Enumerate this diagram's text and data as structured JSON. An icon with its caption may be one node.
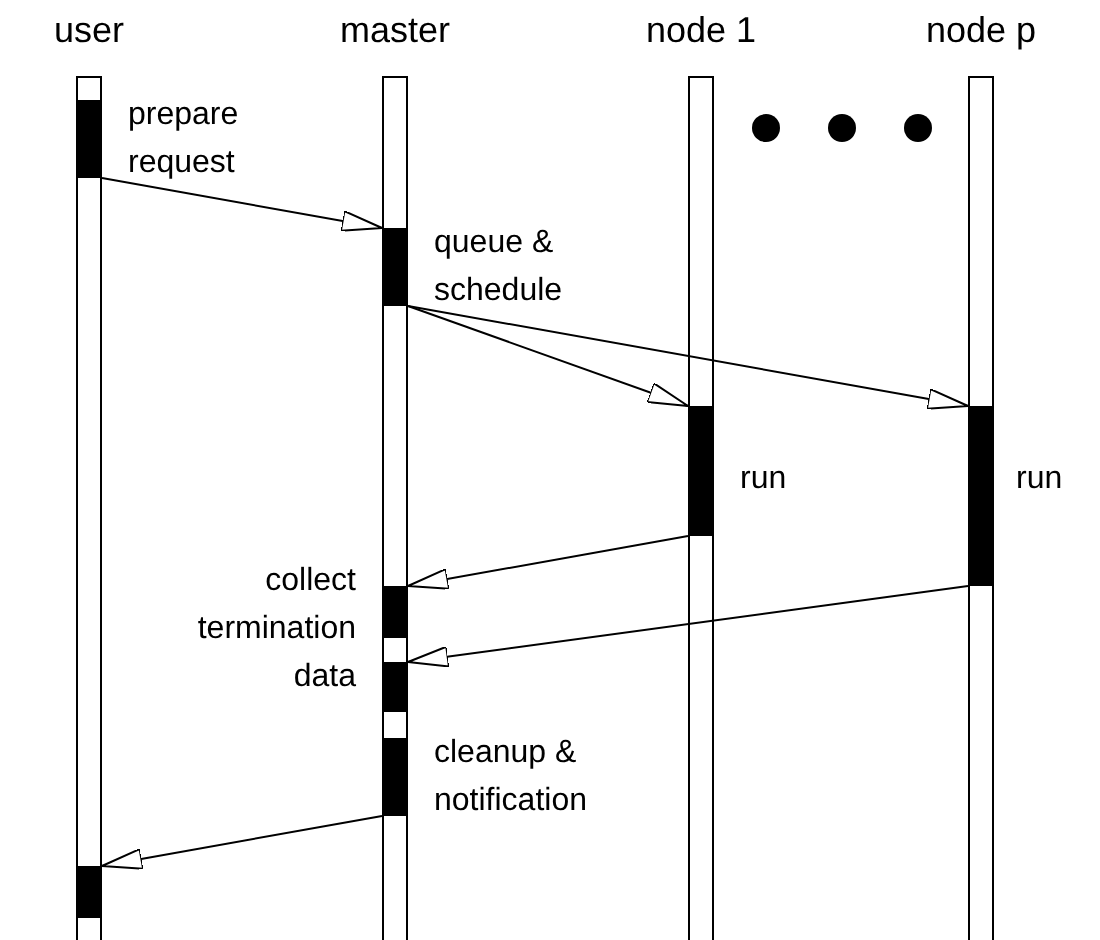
{
  "diagram": {
    "nodes": [
      {
        "text": [
          "user"
        ]
      },
      {
        "text": [
          "master"
        ]
      },
      {
        "text": [
          "node 1"
        ]
      },
      {
        "text": [
          "node p"
        ]
      },
      {
        "text": [],
        "shape": "bar",
        "in": 0,
        "beside": [
          "prepare request"
        ]
      },
      {
        "text": [],
        "shape": "bar",
        "in": 1,
        "beside": [
          "queue & schedule"
        ]
      },
      {
        "text": [],
        "shape": "bar",
        "in": 2,
        "beside": [
          "run"
        ]
      },
      {
        "text": [],
        "shape": "bar",
        "in": 3,
        "beside": [
          "run"
        ]
      },
      {
        "text": [],
        "shape": "bar",
        "in": 1,
        "beside": [
          "collect termination data"
        ]
      },
      {
        "text": [],
        "shape": "bar",
        "in": 1
      },
      {
        "text": [],
        "shape": "bar",
        "in": 1,
        "beside": [
          "cleanup & notification"
        ]
      },
      {
        "text": [],
        "shape": "bar",
        "in": 0
      }
    ],
    "edges": [
      {
        "from": 4,
        "to": 5,
        "arrow": "to"
      },
      {
        "from": 5,
        "to": 6,
        "arrow": "to"
      },
      {
        "from": 5,
        "to": 7,
        "arrow": "to"
      },
      {
        "from": 6,
        "to": 8,
        "arrow": "to"
      },
      {
        "from": 7,
        "to": 9,
        "arrow": "to"
      },
      {
        "from": 10,
        "to": 11,
        "arrow": "to"
      }
    ]
  }
}
